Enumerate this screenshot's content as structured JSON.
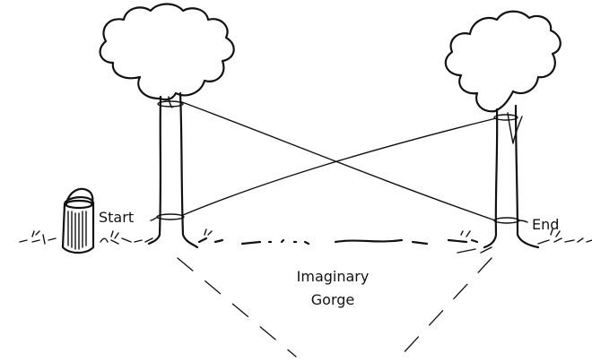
{
  "labels": {
    "start": "Start",
    "end": "End",
    "gorge_line1": "Imaginary",
    "gorge_line2": "Gorge"
  },
  "colors": {
    "ink": "#111111",
    "background": "#ffffff"
  }
}
